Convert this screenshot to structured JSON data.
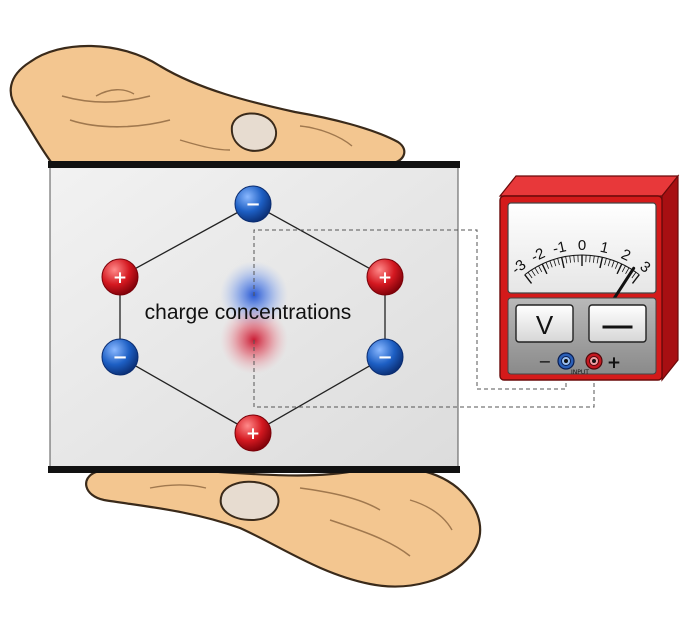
{
  "label": "charge concentrations",
  "meter": {
    "scale": [
      "-3",
      "-2",
      "-1",
      "0",
      "1",
      "2",
      "3"
    ],
    "reading": 2.6,
    "buttons": {
      "v": "V",
      "minus": "—"
    },
    "jack_minus": "−",
    "jack_plus": "+",
    "input": "INPUT"
  },
  "charges": {
    "positive": "+",
    "negative": "−"
  },
  "colors": {
    "positive": "#d41820",
    "negative": "#1d5fc4",
    "meter_body": "#d41a1a",
    "skin": "#f3c690"
  }
}
